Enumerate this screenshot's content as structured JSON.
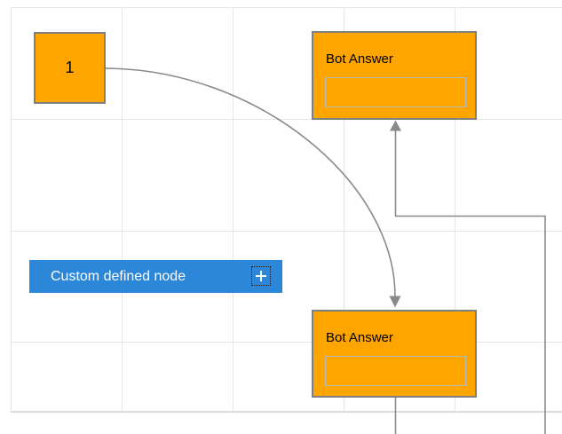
{
  "diagram": {
    "nodes": {
      "start": {
        "label": "1",
        "shape": "square",
        "fill": "#ffa500"
      },
      "bot_answer_top": {
        "title": "Bot Answer",
        "has_empty_input_box": true,
        "fill": "#ffa500"
      },
      "bot_answer_bottom": {
        "title": "Bot Answer",
        "has_empty_input_box": true,
        "fill": "#ffa500"
      },
      "custom_palette_item": {
        "label": "Custom defined node",
        "icon": "plus-icon",
        "fill": "#2c87d8"
      }
    },
    "connectors": [
      {
        "type": "bezier",
        "from": "start",
        "to": "bot_answer_bottom",
        "arrow": "into-top-of-target"
      },
      {
        "type": "orthogonal",
        "from": "offscreen-bottom-right",
        "to": "bot_answer_top",
        "arrow": "into-bottom-of-target"
      },
      {
        "type": "line",
        "from": "bot_answer_bottom",
        "to": "offscreen-bottom",
        "arrow": "none"
      }
    ],
    "grid": {
      "visible": true,
      "vertical_lines_x": [
        12,
        137,
        262,
        387,
        512
      ],
      "horizontal_lines_y": [
        8,
        134,
        260,
        385
      ],
      "page_bottom_border_y": 464
    },
    "colors": {
      "node_fill": "#ffa500",
      "node_border": "#7f7f7f",
      "inner_box_border": "#b9b9b9",
      "connector": "#8a8a8a",
      "grid_line": "#e6e6e6",
      "page_border": "#dcdcdc",
      "palette_blue": "#2c87d8",
      "text_dark": "#000000",
      "text_light": "#ffffff"
    }
  }
}
